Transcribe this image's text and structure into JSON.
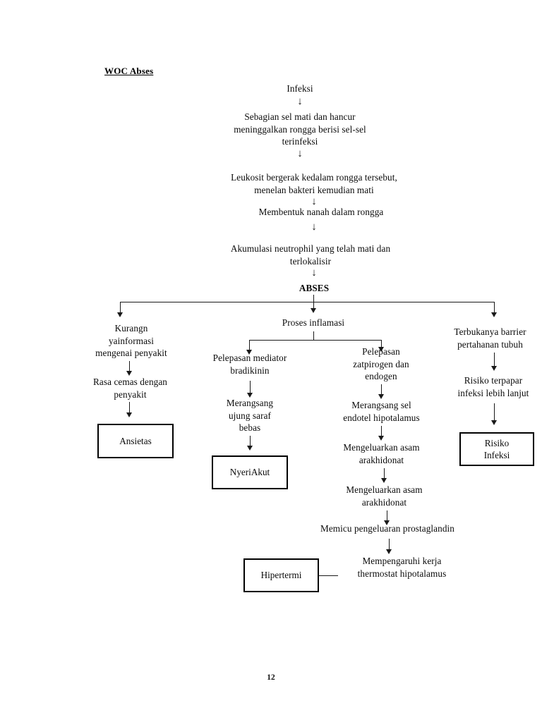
{
  "document": {
    "title": "WOC Abses",
    "page_number": "12"
  },
  "chart_data": {
    "type": "diagram",
    "title": "WOC Abses",
    "diagram_kind": "pathophysiology-flowchart",
    "nodes": [
      {
        "id": "infeksi",
        "label": "Infeksi",
        "shape": "text"
      },
      {
        "id": "sebagian-sel",
        "label": "Sebagian sel mati dan hancur\nmeninggalkan rongga berisi sel-sel\nterinfeksi",
        "shape": "text"
      },
      {
        "id": "leukosit",
        "label": "Leukosit bergerak kedalam rongga tersebut,\nmenelan bakteri kemudian mati",
        "shape": "text"
      },
      {
        "id": "nanah",
        "label": "Membentuk nanah dalam rongga",
        "shape": "text"
      },
      {
        "id": "akumulasi",
        "label": "Akumulasi neutrophil yang telah mati dan\nterlokalisir",
        "shape": "text"
      },
      {
        "id": "abses",
        "label": "ABSES",
        "shape": "text",
        "bold": true
      },
      {
        "id": "kurang-informasi",
        "label": "Kurangn\nyainformasi\nmengenai penyakit",
        "shape": "text"
      },
      {
        "id": "rasa-cemas",
        "label": "Rasa cemas  dengan\npenyakit",
        "shape": "text"
      },
      {
        "id": "ansietas",
        "label": "Ansietas",
        "shape": "box"
      },
      {
        "id": "proses-inflamasi",
        "label": "Proses inflamasi",
        "shape": "text"
      },
      {
        "id": "pelepasan-mediator",
        "label": "Pelepasan mediator\nbradikinin",
        "shape": "text"
      },
      {
        "id": "merangsang-ujung",
        "label": "Merangsang\nujung saraf\nbebas",
        "shape": "text"
      },
      {
        "id": "nyeri-akut",
        "label": "NyeriAkut",
        "shape": "box"
      },
      {
        "id": "pelepasan-zatpirogen",
        "label": "Pelepasan\nzatpirogen dan\nendogen",
        "shape": "text"
      },
      {
        "id": "merangsang-endotel",
        "label": "Merangsang sel\nendotel hipotalamus",
        "shape": "text"
      },
      {
        "id": "asam-arakhidonat-1",
        "label": "Mengeluarkan asam\narakhidonat",
        "shape": "text"
      },
      {
        "id": "asam-arakhidonat-2",
        "label": "Mengeluarkan asam\narakhidonat",
        "shape": "text"
      },
      {
        "id": "prostaglandin",
        "label": "Memicu pengeluaran prostaglandin",
        "shape": "text"
      },
      {
        "id": "thermostat",
        "label": "Mempengaruhi kerja\nthermostat hipotalamus",
        "shape": "text"
      },
      {
        "id": "hipertermi",
        "label": "Hipertermi",
        "shape": "box"
      },
      {
        "id": "terbukanya-barrier",
        "label": "Terbukanya barrier\npertahanan tubuh",
        "shape": "text"
      },
      {
        "id": "risiko-terpapar",
        "label": "Risiko terpapar\ninfeksi lebih lanjut",
        "shape": "text"
      },
      {
        "id": "risiko-infeksi",
        "label": "Risiko\nInfeksi",
        "shape": "box"
      }
    ],
    "edges": [
      {
        "from": "infeksi",
        "to": "sebagian-sel"
      },
      {
        "from": "sebagian-sel",
        "to": "leukosit"
      },
      {
        "from": "leukosit",
        "to": "nanah"
      },
      {
        "from": "nanah",
        "to": "akumulasi"
      },
      {
        "from": "akumulasi",
        "to": "abses"
      },
      {
        "from": "abses",
        "to": "kurang-informasi"
      },
      {
        "from": "abses",
        "to": "proses-inflamasi"
      },
      {
        "from": "abses",
        "to": "terbukanya-barrier"
      },
      {
        "from": "kurang-informasi",
        "to": "rasa-cemas"
      },
      {
        "from": "rasa-cemas",
        "to": "ansietas"
      },
      {
        "from": "proses-inflamasi",
        "to": "pelepasan-mediator"
      },
      {
        "from": "proses-inflamasi",
        "to": "pelepasan-zatpirogen"
      },
      {
        "from": "pelepasan-mediator",
        "to": "merangsang-ujung"
      },
      {
        "from": "merangsang-ujung",
        "to": "nyeri-akut"
      },
      {
        "from": "pelepasan-zatpirogen",
        "to": "merangsang-endotel"
      },
      {
        "from": "merangsang-endotel",
        "to": "asam-arakhidonat-1"
      },
      {
        "from": "asam-arakhidonat-1",
        "to": "asam-arakhidonat-2"
      },
      {
        "from": "asam-arakhidonat-2",
        "to": "prostaglandin"
      },
      {
        "from": "prostaglandin",
        "to": "thermostat"
      },
      {
        "from": "thermostat",
        "to": "hipertermi",
        "direction": "left"
      },
      {
        "from": "terbukanya-barrier",
        "to": "risiko-terpapar"
      },
      {
        "from": "risiko-terpapar",
        "to": "risiko-infeksi"
      }
    ],
    "colors": {
      "background": "#ffffff",
      "text": "#0a0a0a",
      "line": "#1a1a1a",
      "box_border": "#000000"
    }
  },
  "arrows": {
    "glyph_down": "↓"
  }
}
